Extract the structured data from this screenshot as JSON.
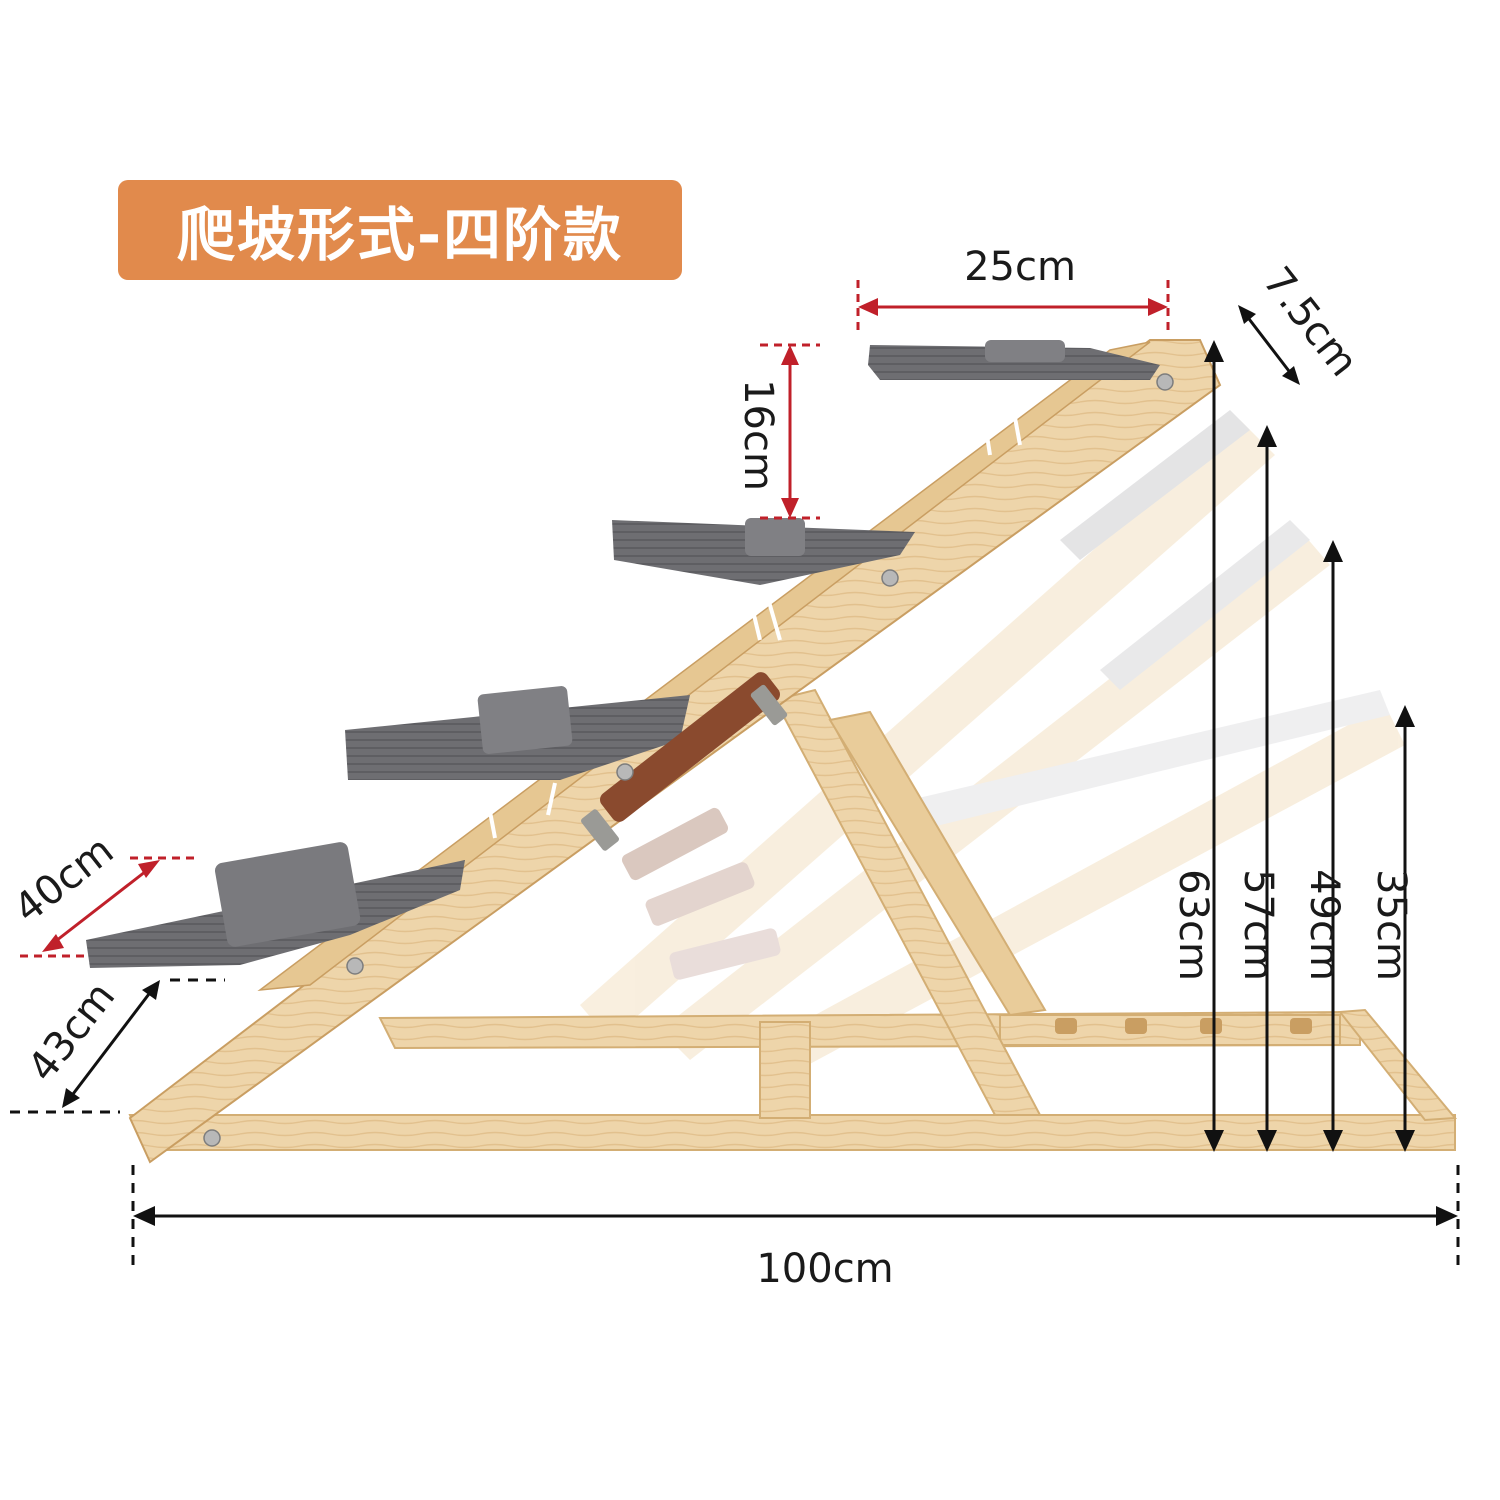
{
  "title": "爬坡形式-四阶款",
  "colors": {
    "badge": "#E18A4C",
    "wood": "#EED5AA",
    "wood_dark": "#D9B680",
    "wood_edge": "#C99E62",
    "carpet": "#6E6E72",
    "carpet_dark": "#58585C",
    "strap": "#8A4A2E",
    "dim_red": "#C0202A",
    "dim_black": "#111111"
  },
  "dimensions": {
    "step_width": "25cm",
    "step_depth": "7.5cm",
    "step_rise": "16cm",
    "ramp_width": "40cm",
    "ramp_step_side": "43cm",
    "total_length": "100cm",
    "heights": [
      "63cm",
      "57cm",
      "49cm",
      "35cm"
    ]
  },
  "icons": {
    "step_pads": "carpet-step-icon",
    "handle": "leather-strap-icon"
  }
}
